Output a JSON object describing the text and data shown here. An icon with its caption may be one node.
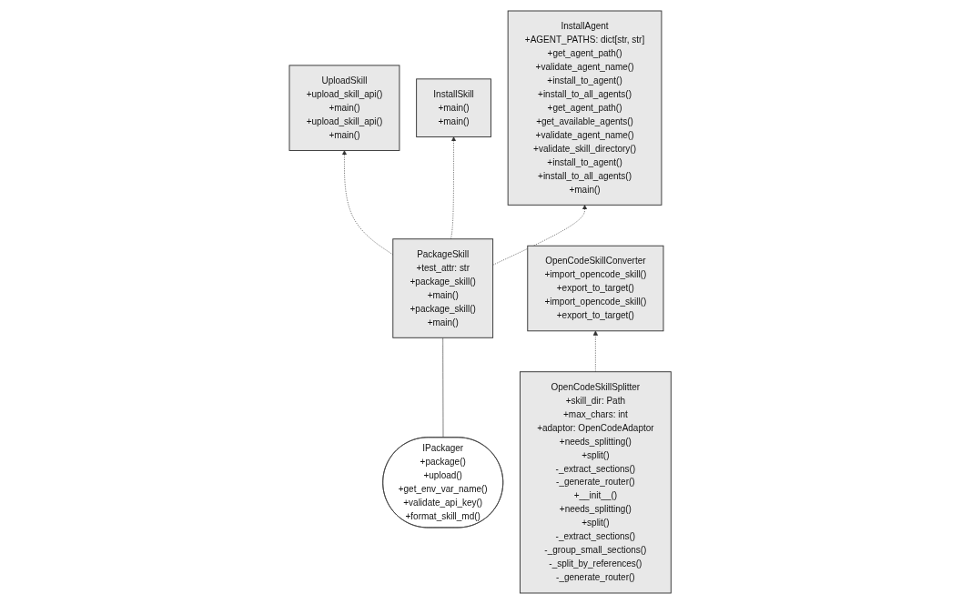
{
  "diagram": {
    "nodes": [
      {
        "text": [
          "IPackager",
          "+package()",
          "+upload()",
          "+get_env_var_name()",
          "+validate_api_key()",
          "+format_skill_md()"
        ]
      },
      {
        "text": [
          "UploadSkill",
          "+upload_skill_api()",
          "+main()",
          "+upload_skill_api()",
          "+main()"
        ]
      },
      {
        "text": [
          "InstallSkill",
          "+main()",
          "+main()"
        ]
      },
      {
        "text": [
          "InstallAgent",
          "+AGENT_PATHS: dict[str, str]",
          "+get_agent_path()",
          "+validate_agent_name()",
          "+install_to_agent()",
          "+install_to_all_agents()",
          "+get_agent_path()",
          "+get_available_agents()",
          "+validate_agent_name()",
          "+validate_skill_directory()",
          "+install_to_agent()",
          "+install_to_all_agents()",
          "+main()"
        ]
      },
      {
        "text": [
          "OpenCodeSkillConverter",
          "+import_opencode_skill()",
          "+export_to_target()",
          "+import_opencode_skill()",
          "+export_to_target()"
        ]
      },
      {
        "text": [
          "PackageSkill",
          "+test_attr: str",
          "+package_skill()",
          "+main()",
          "+package_skill()",
          "+main()"
        ]
      },
      {
        "text": [
          "OpenCodeSkillSplitter",
          "+skill_dir: Path",
          "+max_chars: int",
          "+adaptor: OpenCodeAdaptor",
          "+needs_splitting()",
          "+split()",
          "-_extract_sections()",
          "-_generate_router()",
          "+__init__()",
          "+needs_splitting()",
          "+split()",
          "-_extract_sections()",
          "-_group_small_sections()",
          "-_split_by_references()",
          "-_generate_router()"
        ]
      }
    ],
    "edges": [
      {
        "from": 0,
        "to": 5,
        "arrow": "none"
      },
      {
        "from": 5,
        "to": 1,
        "arrow": "to",
        "style": "dashed"
      },
      {
        "from": 5,
        "to": 2,
        "arrow": "to",
        "style": "dashed"
      },
      {
        "from": 5,
        "to": 3,
        "arrow": "to",
        "style": "dashed"
      },
      {
        "from": 6,
        "to": 4,
        "arrow": "to",
        "style": "dashed"
      }
    ]
  }
}
